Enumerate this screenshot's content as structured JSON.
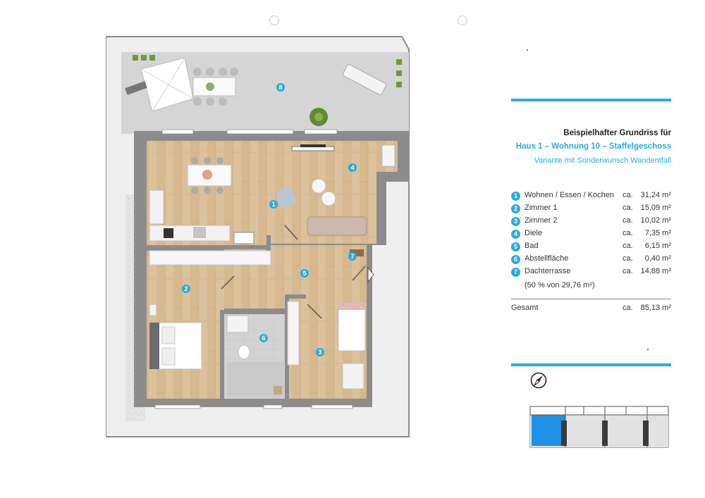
{
  "header": {
    "title": "Beispielhafter Grundriss für",
    "subtitle": "Haus 1 – Wohnung 10 – Staffelgeschoss",
    "variant": "Variante mit Sonderwunsch Wandentfall"
  },
  "rooms": [
    {
      "num": "1",
      "name": "Wohnen / Essen / Kochen",
      "ca": "ca.",
      "area": "31,24 m²"
    },
    {
      "num": "2",
      "name": "Zimmer 1",
      "ca": "ca.",
      "area": "15,09 m²"
    },
    {
      "num": "3",
      "name": "Zimmer 2",
      "ca": "ca.",
      "area": "10,02 m²"
    },
    {
      "num": "4",
      "name": "Diele",
      "ca": "ca.",
      "area": "7,35 m²"
    },
    {
      "num": "5",
      "name": "Bad",
      "ca": "ca.",
      "area": "6,15 m²"
    },
    {
      "num": "6",
      "name": "Abstellfläche",
      "ca": "ca.",
      "area": "0,40 m²"
    },
    {
      "num": "7",
      "name": "Dachterrasse",
      "ca": "ca.",
      "area": "14,88 m²"
    }
  ],
  "terrace_note": "(50 % von 29,76 m²)",
  "total": {
    "label": "Gesamt",
    "ca": "ca.",
    "area": "85,13 m²"
  },
  "plan_labels": {
    "l1": "1",
    "l2": "2",
    "l3": "3",
    "l4": "4",
    "l5": "5",
    "l6": "6",
    "l7": "7",
    "l8": "8"
  },
  "colors": {
    "accent": "#29abe2",
    "wall": "#8c8c8c",
    "floor": "#dcc29b",
    "terrace": "#d5d5d5"
  },
  "icons": {
    "compass": "north-compass-icon"
  }
}
